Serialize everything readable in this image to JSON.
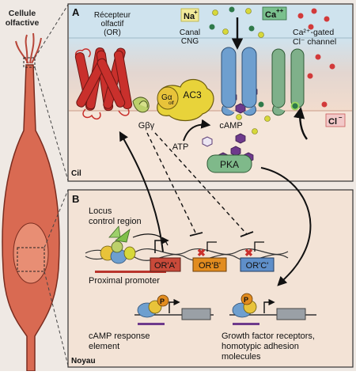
{
  "cell": {
    "label_line1": "Cellule",
    "label_line2": "olfactive"
  },
  "panel_a": {
    "letter": "A",
    "region_label": "Cil",
    "receptor_label_line1": "Récepteur",
    "receptor_label_line2": "olfactif",
    "receptor_label_line3": "(OR)",
    "na_label": "Na",
    "na_charge": "+",
    "ca_label": "Ca",
    "ca_charge": "++",
    "cng_label_line1": "Canal",
    "cng_label_line2": "CNG",
    "cagated_line1": "Ca²⁺-gated",
    "cagated_line2": "Cl⁻ channel",
    "galpha_label": "Gα",
    "galpha_sub": "olf",
    "ac3_label": "AC3",
    "gbg_label": "Gβγ",
    "camp_label": "cAMP",
    "atp_label": "ATP",
    "pka_label": "PKA",
    "cl_label": "Cl",
    "cl_charge": "–"
  },
  "panel_b": {
    "letter": "B",
    "region_label": "Noyau",
    "lcr_line1": "Locus",
    "lcr_line2": "control region",
    "proximal_label": "Proximal promoter",
    "or_a": "OR'A'",
    "or_b": "OR'B'",
    "or_c": "OR'C'",
    "p_label": "P",
    "cre_line1": "cAMP response",
    "cre_line2": "element",
    "gf_line1": "Growth factor receptors,",
    "gf_line2": "homotypic adhesion",
    "gf_line3": "molecules"
  },
  "colors": {
    "background": "#efe9e4",
    "panel_fill": "#f4e7dc",
    "membrane_top": "#cfe3ee",
    "membrane_bottom": "#e9b9a6",
    "receptor": "#c9302c",
    "cng_channel": "#6e9fcf",
    "cl_channel": "#7fb08a",
    "ac3": "#e8d33a",
    "gbg": "#bcd06b",
    "pka": "#7fb98a",
    "camp": "#6e3a8c",
    "or_a_box": "#c94a3a",
    "or_b_box": "#e28c1f",
    "or_c_box": "#5f8fc9",
    "promoter_bar": "#b9342c",
    "cre_bar": "#6e3a8c",
    "na_ion": "#d7d83a",
    "ca_ion": "#2f7a4a",
    "cl_ion": "#d23a3a",
    "neuron": "#d96a52"
  }
}
